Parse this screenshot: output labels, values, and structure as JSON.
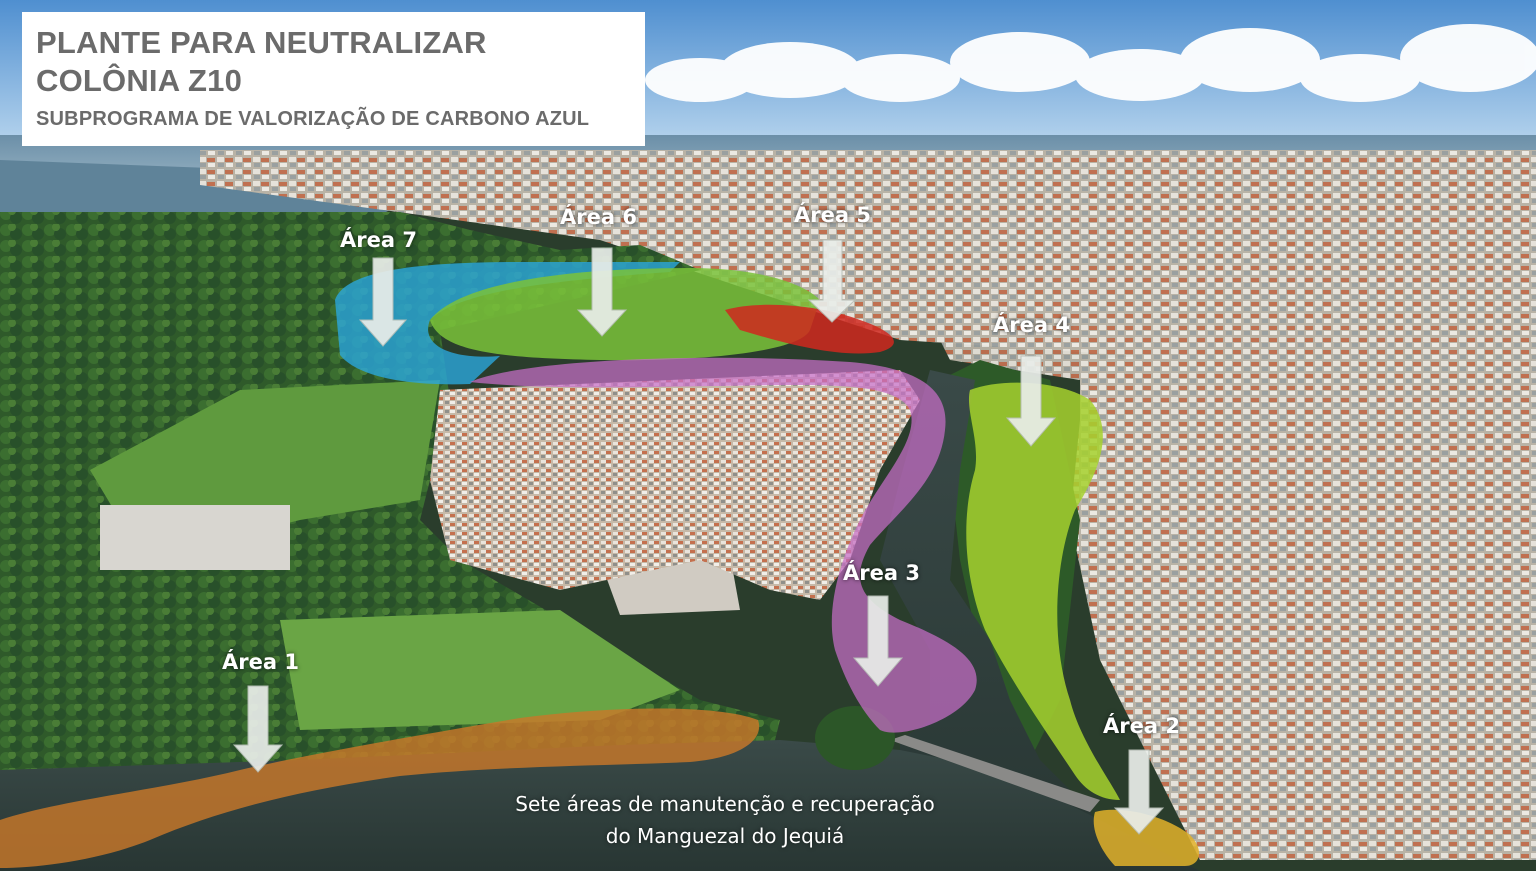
{
  "header": {
    "title_line1": "PLANTE PARA NEUTRALIZAR",
    "title_line2": "COLÔNIA Z10",
    "subtitle": "SUBPROGRAMA DE VALORIZAÇÃO DE CARBONO AZUL"
  },
  "areas": [
    {
      "label": "Área 1",
      "color": "#c8782a"
    },
    {
      "label": "Área 2",
      "color": "#e2b22a"
    },
    {
      "label": "Área 3",
      "color": "#c86ec8"
    },
    {
      "label": "Área 4",
      "color": "#a6d12e"
    },
    {
      "label": "Área 5",
      "color": "#d0281e"
    },
    {
      "label": "Área 6",
      "color": "#7ac23a"
    },
    {
      "label": "Área 7",
      "color": "#2aa6dc"
    }
  ],
  "caption": {
    "line1": "Sete áreas de manutenção e recuperação",
    "line2": "do Manguezal do Jequiá"
  }
}
